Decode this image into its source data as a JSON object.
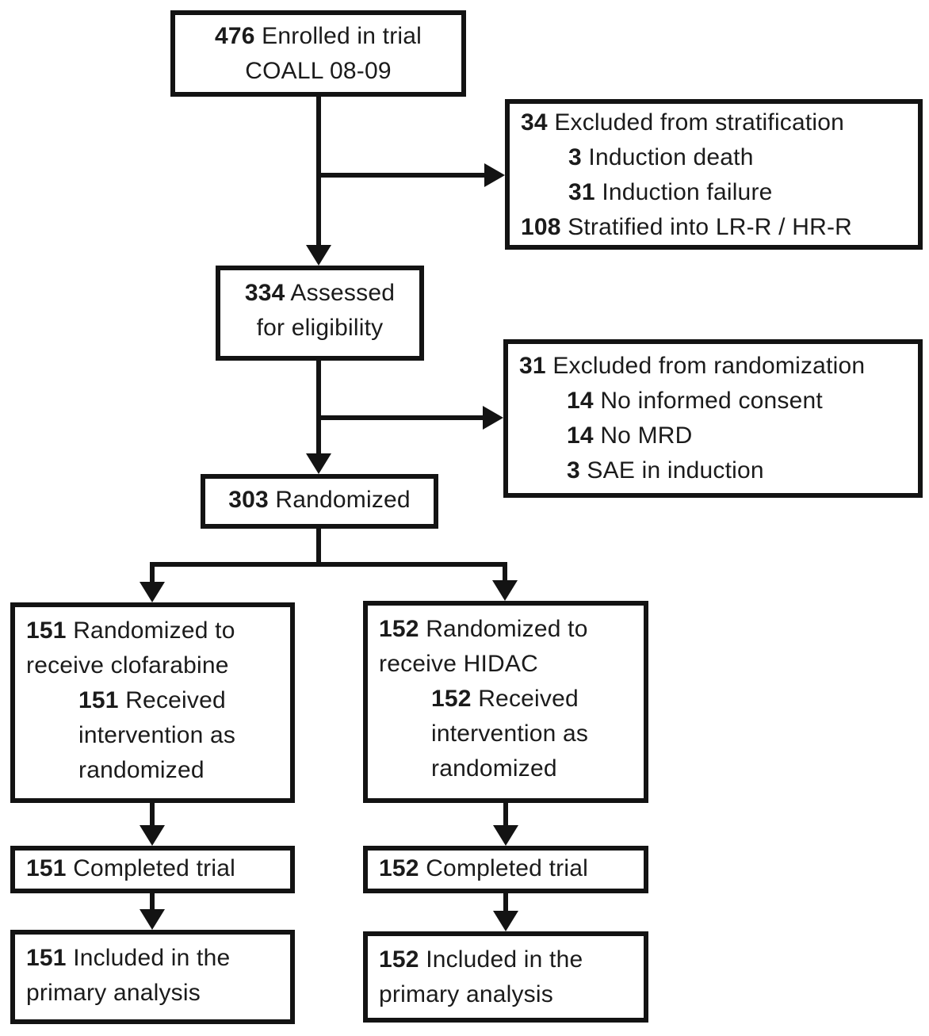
{
  "boxes": {
    "enrolled": {
      "num": "476",
      "text": " Enrolled in trial",
      "line2": "COALL 08-09"
    },
    "excluded_stratification": {
      "rows": [
        {
          "num": "34",
          "text": " Excluded from stratification"
        },
        {
          "num": "3",
          "text": " Induction death"
        },
        {
          "num": "31",
          "text": " Induction failure"
        },
        {
          "num": "108",
          "text": " Stratified into LR-R / HR-R"
        }
      ]
    },
    "assessed": {
      "num": "334",
      "text": " Assessed",
      "line2": "for eligibility"
    },
    "excluded_randomization": {
      "rows": [
        {
          "num": "31",
          "text": " Excluded from randomization"
        },
        {
          "num": "14",
          "text": " No informed consent"
        },
        {
          "num": "14",
          "text": " No MRD"
        },
        {
          "num": "3",
          "text": " SAE in induction"
        }
      ]
    },
    "randomized": {
      "num": "303",
      "text": " Randomized"
    },
    "arm_clofarabine": {
      "p1_num": "151",
      "p1_text": " Randomized to receive clofarabine",
      "p2_num": "151",
      "p2_text": " Received intervention as randomized"
    },
    "arm_hidac": {
      "p1_num": "152",
      "p1_text": " Randomized to receive HIDAC",
      "p2_num": "152",
      "p2_text": " Received intervention as randomized"
    },
    "completed_clofarabine": {
      "num": "151",
      "text": " Completed trial"
    },
    "completed_hidac": {
      "num": "152",
      "text": " Completed trial"
    },
    "analysis_clofarabine": {
      "num": "151",
      "text": " Included in the primary analysis"
    },
    "analysis_hidac": {
      "num": "152",
      "text": " Included in the primary analysis"
    }
  },
  "colors": {
    "line": "#131313",
    "text": "#1b1b1b",
    "background": "#ffffff"
  }
}
